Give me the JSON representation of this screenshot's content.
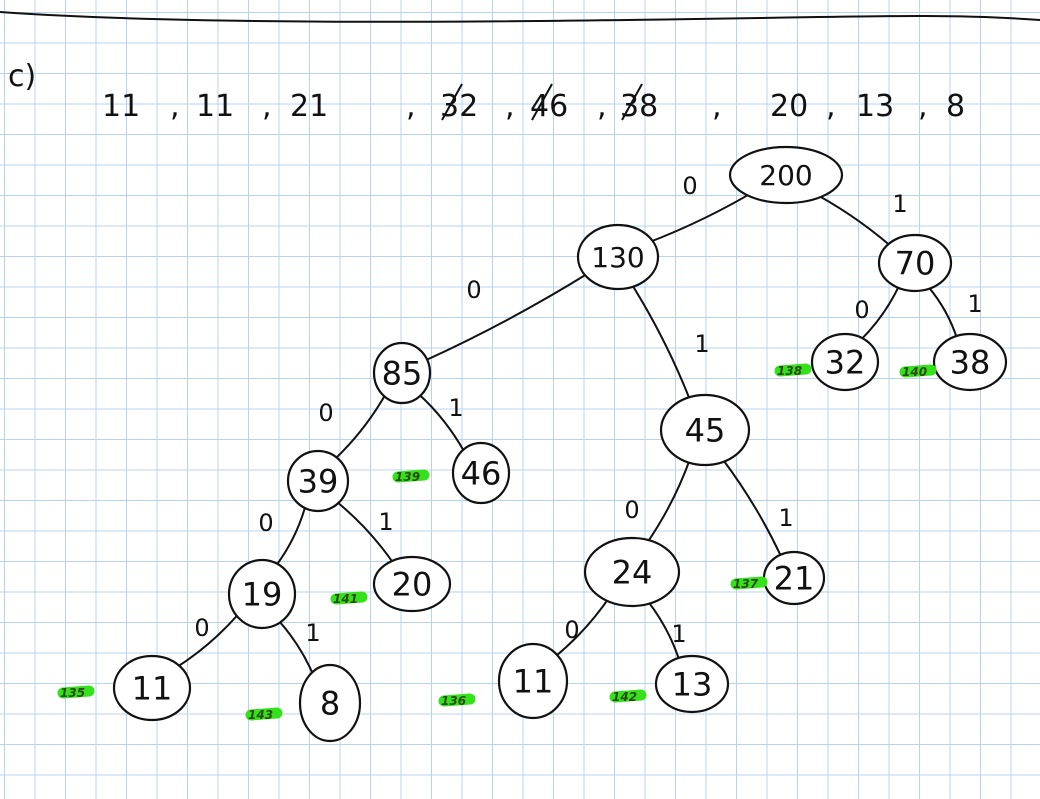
{
  "part_label": "c)",
  "sequence": [
    "11",
    "11",
    "21",
    "32",
    "46",
    "38",
    "20",
    "13",
    "8"
  ],
  "sequence_separator": ",",
  "colors": {
    "ink": "#111111",
    "grid": "#b9d3ec",
    "highlight": "#35e11a"
  },
  "tree": {
    "nodes": [
      {
        "id": "n200",
        "value": "200"
      },
      {
        "id": "n130",
        "value": "130"
      },
      {
        "id": "n70",
        "value": "70"
      },
      {
        "id": "n85",
        "value": "85"
      },
      {
        "id": "n45",
        "value": "45"
      },
      {
        "id": "n32",
        "value": "32",
        "code": "138"
      },
      {
        "id": "n38",
        "value": "38",
        "code": "140"
      },
      {
        "id": "n39",
        "value": "39"
      },
      {
        "id": "n46",
        "value": "46",
        "code": "139"
      },
      {
        "id": "n24",
        "value": "24"
      },
      {
        "id": "n21",
        "value": "21",
        "code": "137"
      },
      {
        "id": "n19",
        "value": "19"
      },
      {
        "id": "n20",
        "value": "20",
        "code": "141"
      },
      {
        "id": "n11a",
        "value": "11",
        "code": "135"
      },
      {
        "id": "n8",
        "value": "8",
        "code": "143"
      },
      {
        "id": "n11b",
        "value": "11",
        "code": "136"
      },
      {
        "id": "n13",
        "value": "13",
        "code": "142"
      }
    ],
    "edges": [
      {
        "from": "n200",
        "to": "n130",
        "label": "0"
      },
      {
        "from": "n200",
        "to": "n70",
        "label": "1"
      },
      {
        "from": "n130",
        "to": "n85",
        "label": "0"
      },
      {
        "from": "n130",
        "to": "n45",
        "label": "1"
      },
      {
        "from": "n70",
        "to": "n32",
        "label": "0"
      },
      {
        "from": "n70",
        "to": "n38",
        "label": "1"
      },
      {
        "from": "n85",
        "to": "n39",
        "label": "0"
      },
      {
        "from": "n85",
        "to": "n46",
        "label": "1"
      },
      {
        "from": "n45",
        "to": "n24",
        "label": "0"
      },
      {
        "from": "n45",
        "to": "n21",
        "label": "1"
      },
      {
        "from": "n39",
        "to": "n19",
        "label": "0"
      },
      {
        "from": "n39",
        "to": "n20",
        "label": "1"
      },
      {
        "from": "n19",
        "to": "n11a",
        "label": "0"
      },
      {
        "from": "n19",
        "to": "n8",
        "label": "1"
      },
      {
        "from": "n24",
        "to": "n11b",
        "label": "0"
      },
      {
        "from": "n24",
        "to": "n13",
        "label": "1"
      }
    ]
  }
}
